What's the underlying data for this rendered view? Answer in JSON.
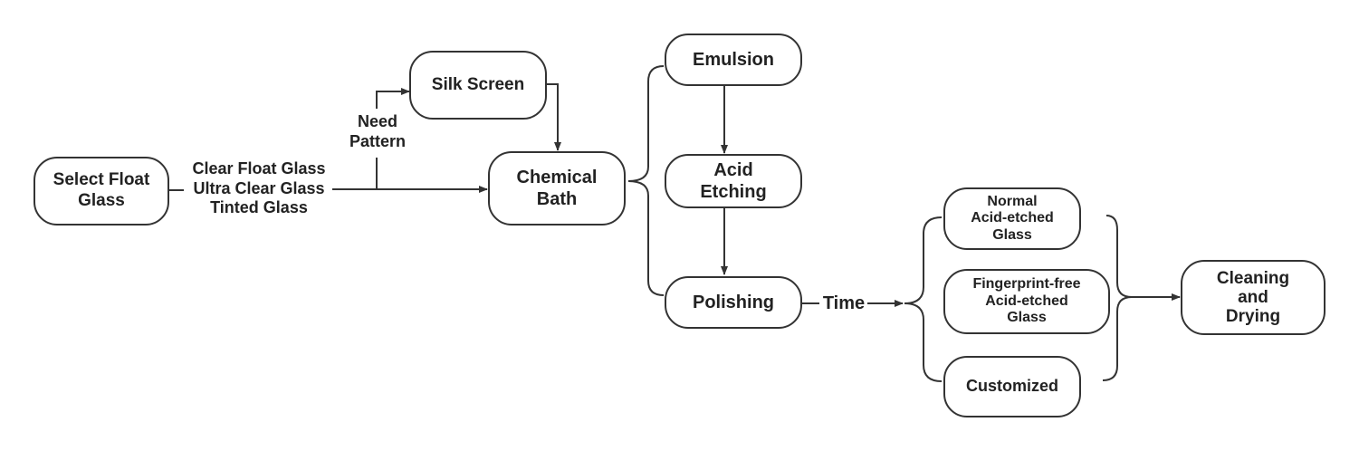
{
  "diagram": {
    "nodes": {
      "select_float_glass": "Select Float\nGlass",
      "silk_screen": "Silk Screen",
      "chemical_bath": "Chemical\nBath",
      "emulsion": "Emulsion",
      "acid_etching": "Acid\nEtching",
      "polishing": "Polishing",
      "normal_acid_etched_glass": "Normal\nAcid-etched\nGlass",
      "fingerprint_free_acid_etched_glass": "Fingerprint-free\nAcid-etched\nGlass",
      "customized": "Customized",
      "cleaning_and_drying": "Cleaning\nand\nDrying"
    },
    "labels": {
      "glass_types": "Clear Float Glass\nUltra Clear Glass\nTinted Glass",
      "need_pattern": "Need\nPattern",
      "time": "Time"
    },
    "colors": {
      "stroke": "#333333",
      "text": "#222222",
      "background": "#ffffff"
    }
  }
}
